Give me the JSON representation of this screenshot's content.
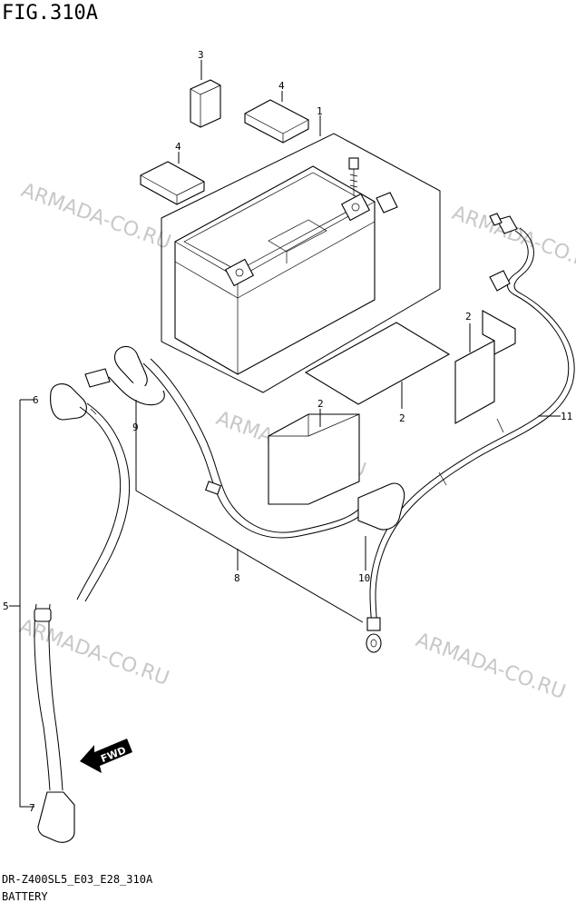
{
  "figure": {
    "title": "FIG.310A",
    "code": "DR-Z400SL5_E03_E28_310A",
    "name": "BATTERY"
  },
  "watermark": "ARMADA-CO.RU",
  "direction_label": "FWD",
  "callouts": [
    "1",
    "2",
    "2",
    "2",
    "3",
    "4",
    "4",
    "5",
    "6",
    "7",
    "8",
    "9",
    "10",
    "11"
  ],
  "colors": {
    "line": "#000000",
    "watermark": "#c8c8c8",
    "background": "#ffffff"
  }
}
